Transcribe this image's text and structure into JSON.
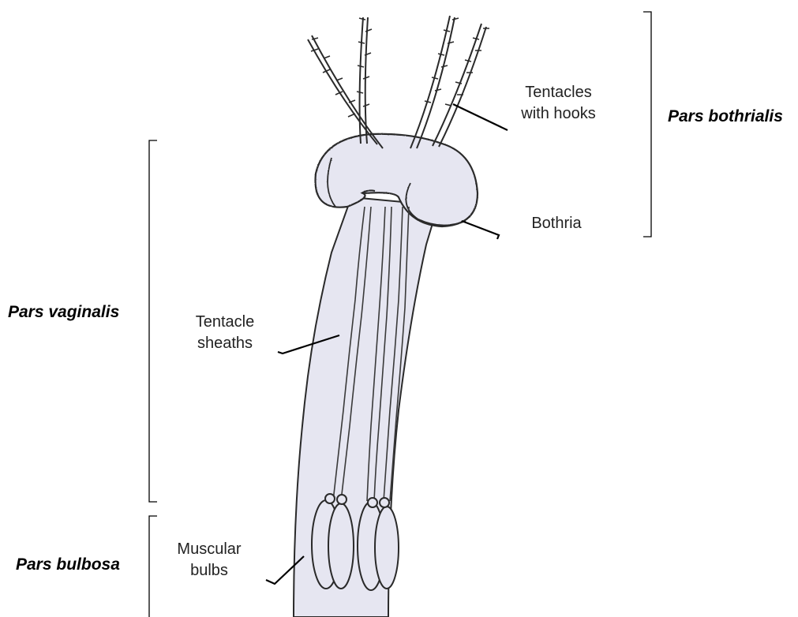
{
  "labels": {
    "tentacles": [
      "Tentacles",
      "with hooks"
    ],
    "bothria": "Bothria",
    "sheaths": [
      "Tentacle",
      "sheaths"
    ],
    "bulbs": [
      "Muscular",
      "bulbs"
    ]
  },
  "regions": {
    "bothrialis": "Pars bothrialis",
    "vaginalis": "Pars vaginalis",
    "bulbosa": "Pars bulbosa"
  },
  "colors": {
    "ink": "#2a2a2a",
    "body_fill": "#e6e6f1",
    "background": "#ffffff"
  }
}
